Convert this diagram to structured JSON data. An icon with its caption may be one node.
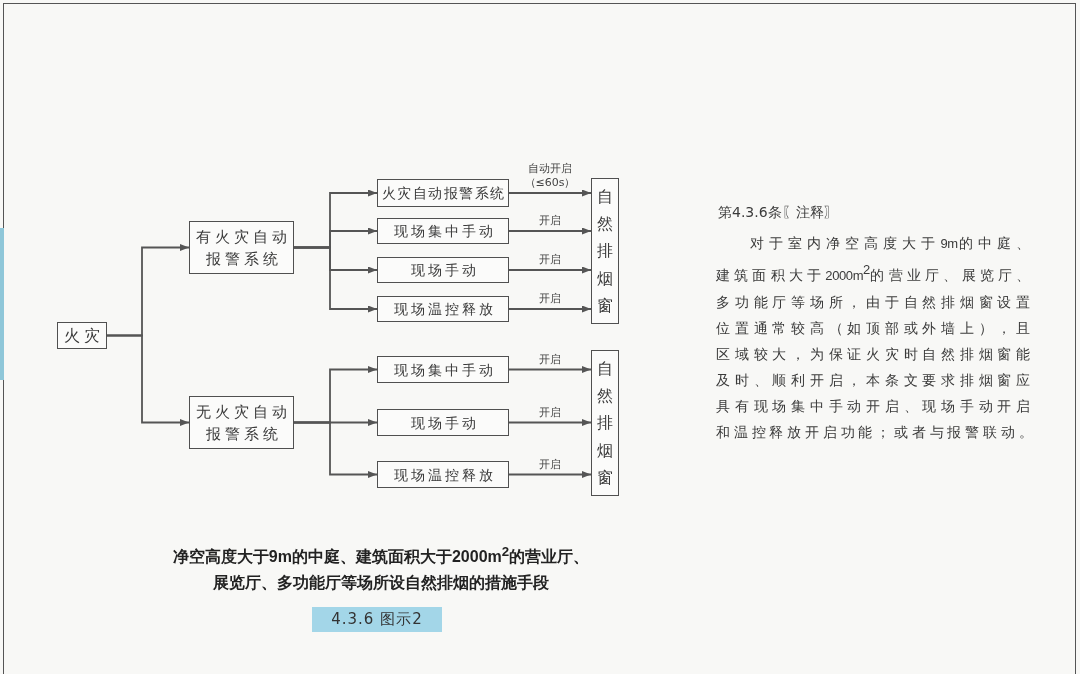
{
  "diagram": {
    "caption": "净空高度大于9m的中庭、建筑面积大于2000m$^{2}$的营业厅、展览厅、多功能厅等场所设自然排烟的措施手段",
    "nodes": [
      {
        "text": [
          "火灾"
        ]
      },
      {
        "text": [
          "有火灾自动报警系统"
        ]
      },
      {
        "text": [
          "无火灾自动报警系统"
        ]
      },
      {
        "text": [
          "火灾自动报警系统"
        ]
      },
      {
        "text": [
          "现场集中手动"
        ]
      },
      {
        "text": [
          "现场手动"
        ]
      },
      {
        "text": [
          "现场温控释放"
        ]
      },
      {
        "text": [
          "自然排烟窗"
        ]
      },
      {
        "text": [
          "现场集中手动"
        ]
      },
      {
        "text": [
          "现场手动"
        ]
      },
      {
        "text": [
          "现场温控释放"
        ]
      },
      {
        "text": [
          "自然排烟窗"
        ]
      }
    ],
    "edges": [
      {
        "from": 0,
        "to": 1,
        "arrow": "to"
      },
      {
        "from": 0,
        "to": 2,
        "arrow": "to"
      },
      {
        "from": 1,
        "to": 3,
        "arrow": "to"
      },
      {
        "from": 1,
        "to": 4,
        "arrow": "to"
      },
      {
        "from": 1,
        "to": 5,
        "arrow": "to"
      },
      {
        "from": 1,
        "to": 6,
        "arrow": "to"
      },
      {
        "from": 3,
        "to": 7,
        "arrow": "to",
        "label": "自动开启（≤60s）"
      },
      {
        "from": 4,
        "to": 7,
        "arrow": "to",
        "label": "开启"
      },
      {
        "from": 5,
        "to": 7,
        "arrow": "to",
        "label": "开启"
      },
      {
        "from": 6,
        "to": 7,
        "arrow": "to",
        "label": "开启"
      },
      {
        "from": 2,
        "to": 8,
        "arrow": "to"
      },
      {
        "from": 2,
        "to": 9,
        "arrow": "to"
      },
      {
        "from": 2,
        "to": 10,
        "arrow": "to"
      },
      {
        "from": 8,
        "to": 11,
        "arrow": "to",
        "label": "开启"
      },
      {
        "from": 9,
        "to": 11,
        "arrow": "to",
        "label": "开启"
      },
      {
        "from": 10,
        "to": 11,
        "arrow": "to",
        "label": "开启"
      }
    ],
    "labels": [
      "第4.3.6条〖注释〗",
      "对于室内净空高度大于9m的中庭、建筑面积大于2000m$^{2}$的营业厅、展览厅、多功能厅等场所，由于自然排烟窗设置位置通常较高（如顶部或外墙上），且区域较大，为保证火灾时自然排烟窗能及时、顺利开启，本条文要求排烟窗应具有现场集中手动开启、现场手动开启和温控释放开启功能；或者与报警联动。",
      "4.3.6 图示2"
    ]
  }
}
